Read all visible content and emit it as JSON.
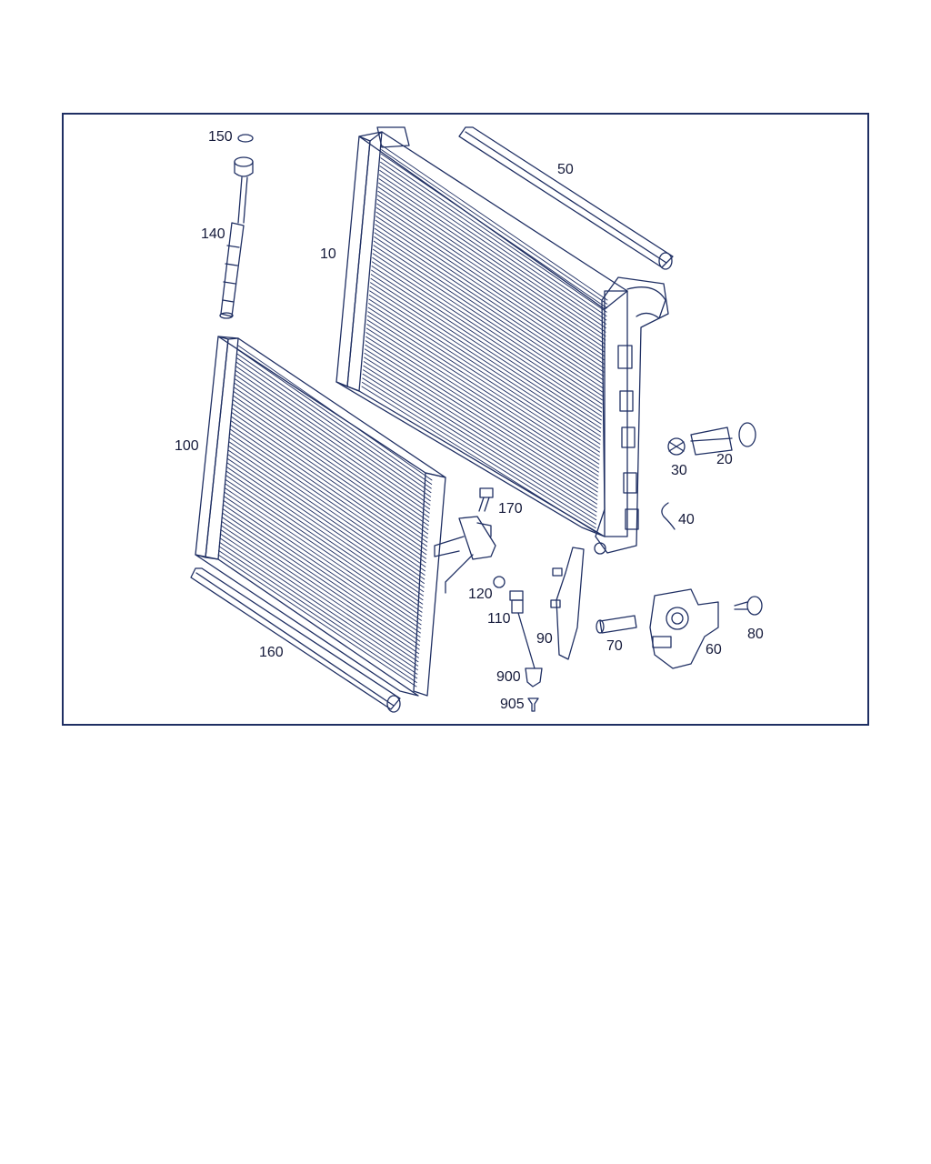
{
  "diagram": {
    "border_color": "#1f2f63",
    "line_color": "#1f2f63",
    "labels": {
      "p10": "10",
      "p20": "20",
      "p30": "30",
      "p40": "40",
      "p50": "50",
      "p60": "60",
      "p70": "70",
      "p80": "80",
      "p90": "90",
      "p100": "100",
      "p110": "110",
      "p120": "120",
      "p140": "140",
      "p150": "150",
      "p160": "160",
      "p170": "170",
      "p900": "900",
      "p905": "905"
    }
  }
}
